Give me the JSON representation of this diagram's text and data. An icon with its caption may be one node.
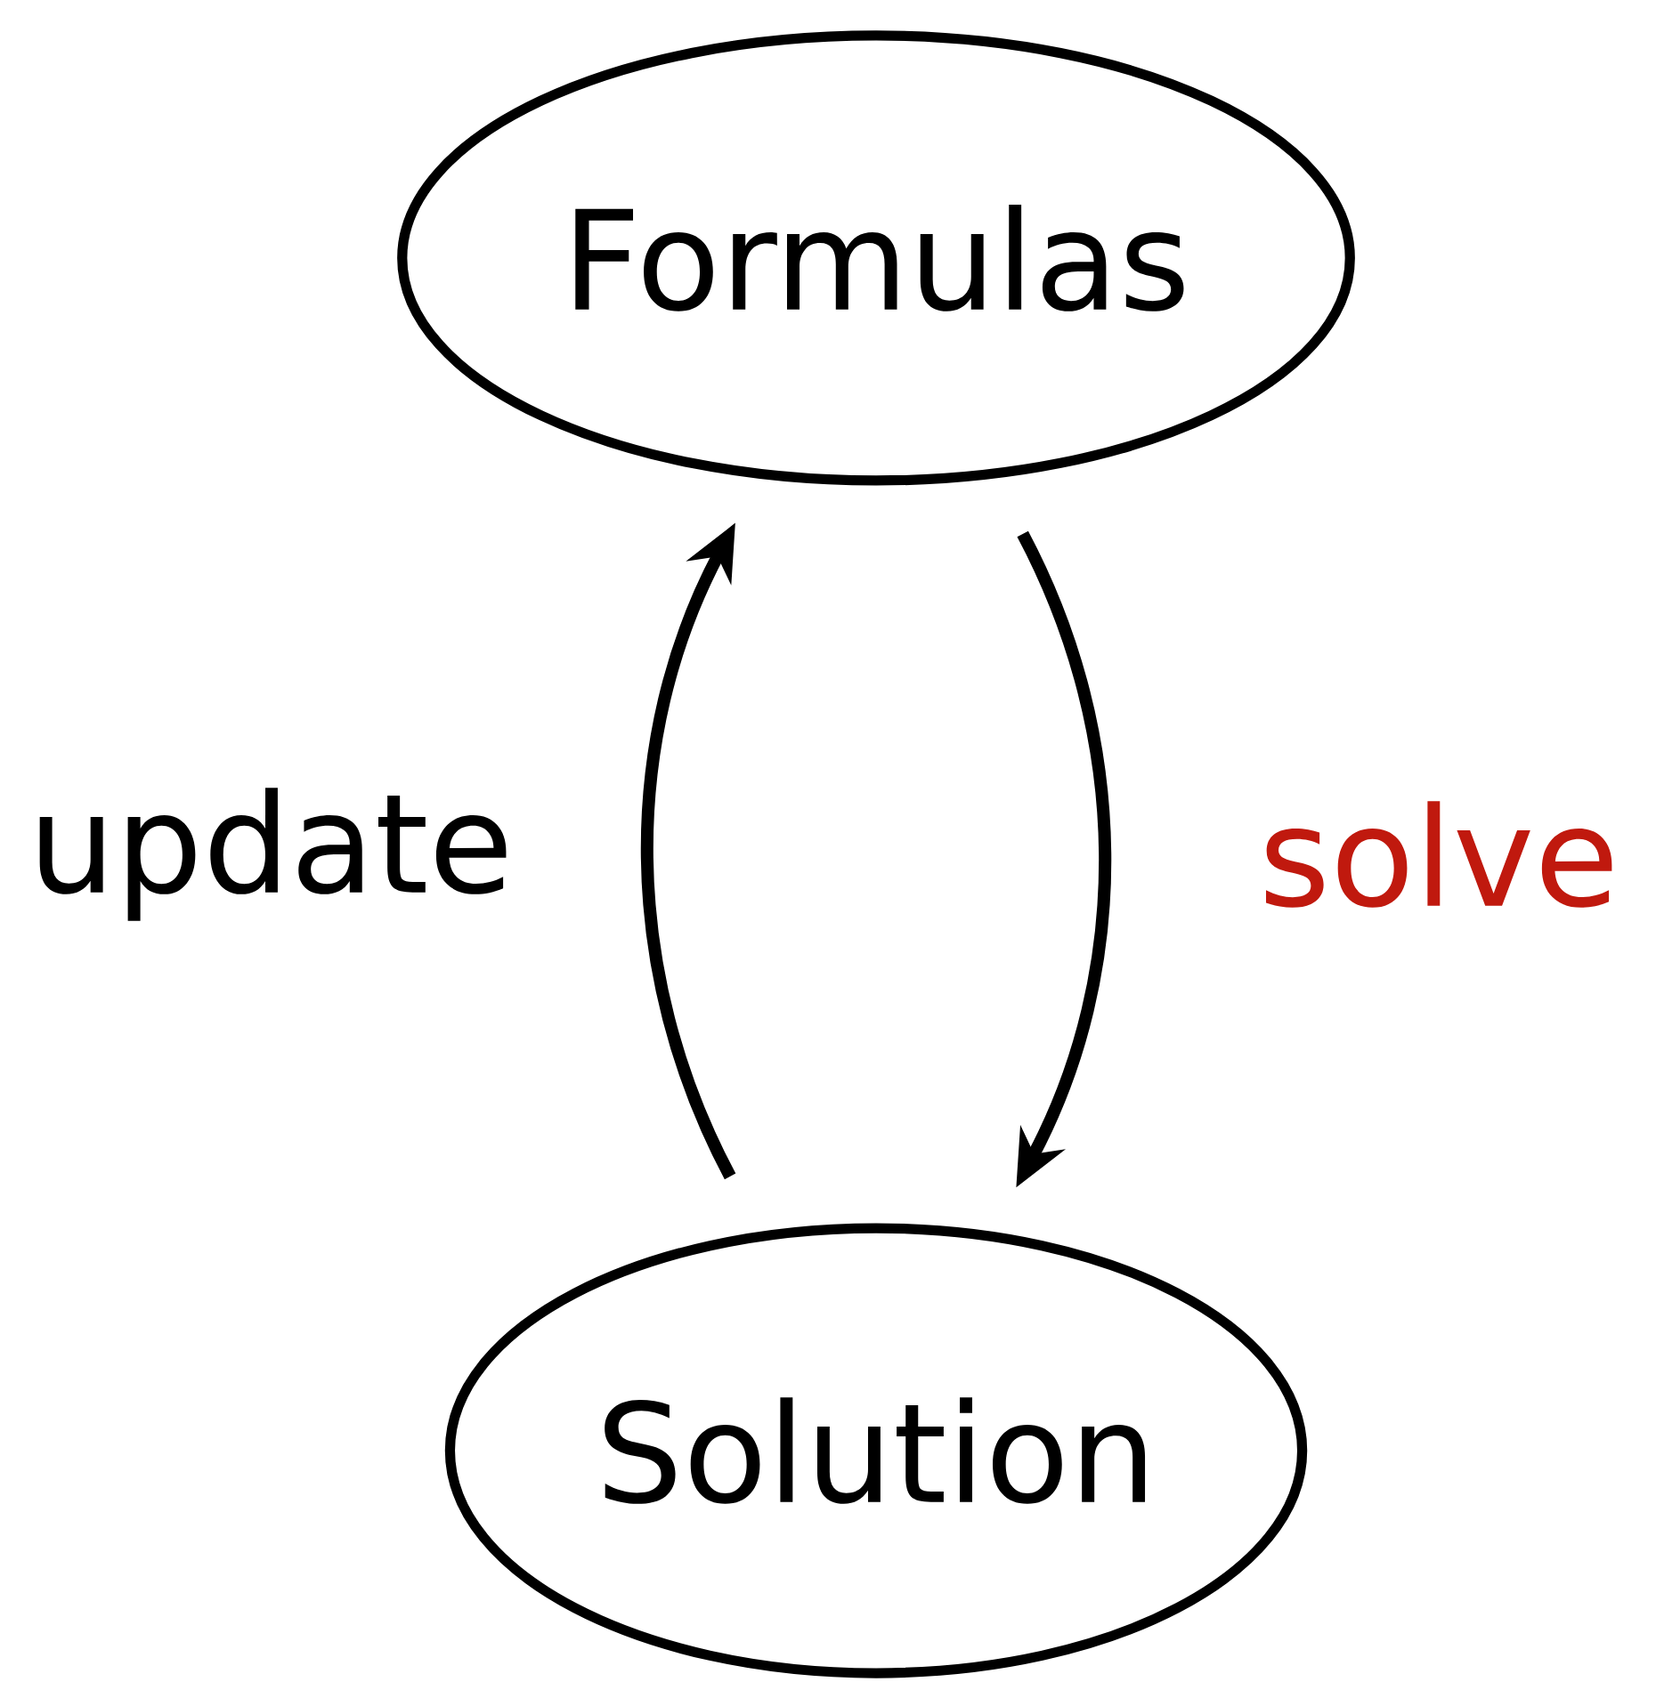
{
  "diagram": {
    "nodes": [
      {
        "text": [
          "Formulas"
        ]
      },
      {
        "text": [
          "Solution"
        ]
      }
    ],
    "edges": [
      {
        "from": 0,
        "to": 1,
        "arrow": "to",
        "label": "solve"
      },
      {
        "from": 1,
        "to": 0,
        "arrow": "to",
        "label": "update"
      }
    ]
  }
}
